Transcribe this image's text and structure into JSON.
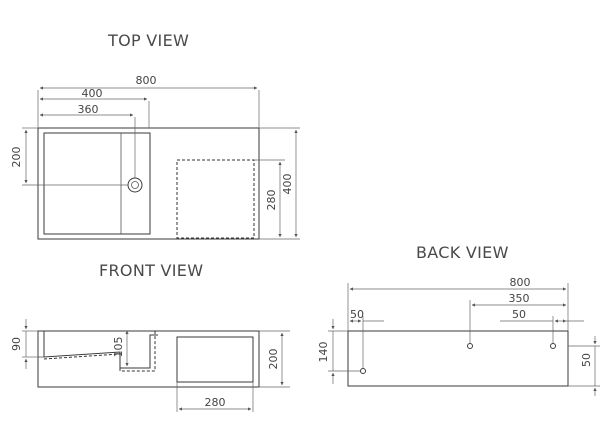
{
  "views": {
    "top": {
      "title": "TOP VIEW",
      "dims": {
        "w800": "800",
        "w400": "400",
        "w360": "360",
        "h200": "200",
        "h280": "280",
        "h400": "400"
      }
    },
    "front": {
      "title": "FRONT VIEW",
      "dims": {
        "h90": "90",
        "h105": "105",
        "h200": "200",
        "w280": "280"
      }
    },
    "back": {
      "title": "BACK VIEW",
      "dims": {
        "w800": "800",
        "w350": "350",
        "w50a": "50",
        "w50b": "50",
        "h140": "140",
        "h50": "50"
      }
    }
  }
}
